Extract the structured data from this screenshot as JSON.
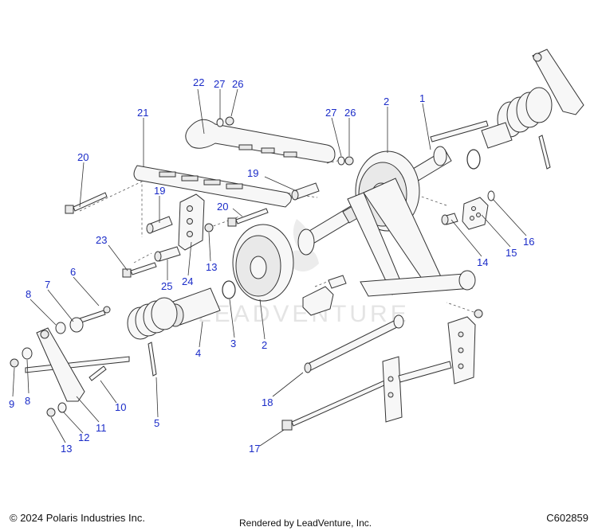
{
  "footer": {
    "copyright": "© 2024 Polaris Industries Inc.",
    "rendered_by": "Rendered by LeadVenture, Inc.",
    "diagram_code": "C602859"
  },
  "watermark": "LEADVENTURE",
  "callouts": [
    {
      "id": "c22",
      "label": "22"
    },
    {
      "id": "c27a",
      "label": "27"
    },
    {
      "id": "c26a",
      "label": "26"
    },
    {
      "id": "c21",
      "label": "21"
    },
    {
      "id": "c20a",
      "label": "20"
    },
    {
      "id": "c19a",
      "label": "19"
    },
    {
      "id": "c19b",
      "label": "19"
    },
    {
      "id": "c20b",
      "label": "20"
    },
    {
      "id": "c23",
      "label": "23"
    },
    {
      "id": "c24",
      "label": "24"
    },
    {
      "id": "c25",
      "label": "25"
    },
    {
      "id": "c13a",
      "label": "13"
    },
    {
      "id": "c27b",
      "label": "27"
    },
    {
      "id": "c26b",
      "label": "26"
    },
    {
      "id": "c2a",
      "label": "2"
    },
    {
      "id": "c1",
      "label": "1"
    },
    {
      "id": "c16",
      "label": "16"
    },
    {
      "id": "c15",
      "label": "15"
    },
    {
      "id": "c14",
      "label": "14"
    },
    {
      "id": "c6",
      "label": "6"
    },
    {
      "id": "c7",
      "label": "7"
    },
    {
      "id": "c8a",
      "label": "8"
    },
    {
      "id": "c4",
      "label": "4"
    },
    {
      "id": "c3",
      "label": "3"
    },
    {
      "id": "c2b",
      "label": "2"
    },
    {
      "id": "c9",
      "label": "9"
    },
    {
      "id": "c8b",
      "label": "8"
    },
    {
      "id": "c10",
      "label": "10"
    },
    {
      "id": "c11",
      "label": "11"
    },
    {
      "id": "c12",
      "label": "12"
    },
    {
      "id": "c13b",
      "label": "13"
    },
    {
      "id": "c5",
      "label": "5"
    },
    {
      "id": "c18",
      "label": "18"
    },
    {
      "id": "c17",
      "label": "17"
    }
  ]
}
